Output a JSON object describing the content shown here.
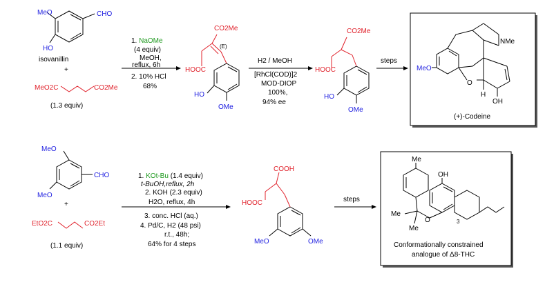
{
  "colors": {
    "blue": "#1d1de0",
    "red": "#e0202a",
    "green": "#1f9a1f",
    "black": "#000000"
  },
  "top_route": {
    "isovanillin": {
      "name": "isovanillin",
      "substituent_ome": "MeO",
      "substituent_oh": "HO",
      "substituent_cho": "CHO"
    },
    "plus": "+",
    "malonate": {
      "left": "MeO2C",
      "right": "CO2Me",
      "equiv": "(1.3 equiv)"
    },
    "step1": {
      "line1_prefix": "1. ",
      "line1_reagent": "NaOMe",
      "line2": "(4 equiv)",
      "line3": "MeOH,",
      "line4": "reflux, 6h",
      "line5": "2. 10% HCl",
      "line6": "68%"
    },
    "intermediate1": {
      "ester": "CO2Me",
      "stereo": "(E)",
      "acid": "HOOC",
      "oh": "HO",
      "ome": "OMe"
    },
    "step2": {
      "line1": "H2 / MeOH",
      "line2": "[RhCl(COD)]2",
      "line3": "MOD-DIOP",
      "line4": "100%,",
      "line5": "94% ee"
    },
    "intermediate2": {
      "ester": "CO2Me",
      "acid": "HOOC",
      "oh": "HO",
      "ome": "OMe"
    },
    "step3": {
      "label": "steps"
    },
    "product": {
      "name": "(+)-Codeine",
      "nme": "NMe",
      "meo": "MeO",
      "o": "O",
      "h": "H",
      "oh": "OH"
    }
  },
  "bottom_route": {
    "aldehyde": {
      "ome_top": "MeO",
      "ome_bottom": "MeO",
      "cho": "CHO"
    },
    "plus": "+",
    "succinate": {
      "left": "EtO2C",
      "right": "CO2Et",
      "equiv": "(1.1 equiv)"
    },
    "step1": {
      "line1_prefix": "1. ",
      "line1_reagent": "KOt-Bu",
      "line1_suffix": " (1.4 equiv)",
      "line2": "t-BuOH,reflux, 2h",
      "line3": "2. KOH (2.3 equiv)",
      "line4": "H2O, reflux, 4h",
      "line5": "3. conc. HCl (aq.)",
      "line6": "4. Pd/C, H2 (48 psi)",
      "line7": "r.t., 48h;",
      "line8": "64% for 4 steps"
    },
    "intermediate": {
      "acid_top": "COOH",
      "acid_left": "HOOC",
      "ome_left": "MeO",
      "ome_right": "OMe"
    },
    "step2": {
      "label": "steps"
    },
    "product": {
      "me_top": "Me",
      "oh": "OH",
      "me1": "Me",
      "me2": "Me",
      "o": "O",
      "locant": "3",
      "caption_line1": "Conformationally constrained",
      "caption_line2": "analogue of Δ8-THC"
    }
  }
}
